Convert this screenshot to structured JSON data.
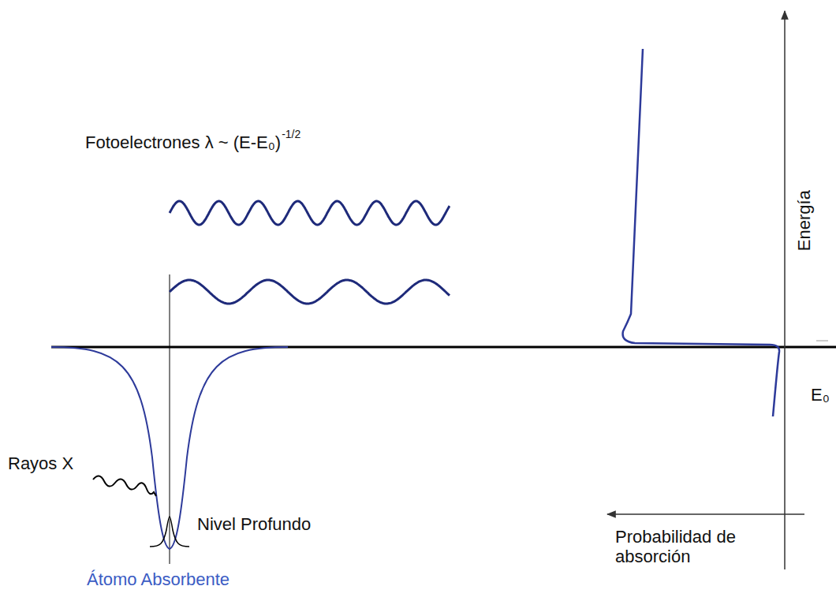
{
  "diagram": {
    "labels": [
      "Fotoelectrones λ ~ (E-E₀)",
      "-1/2",
      "Energía",
      "E₀",
      "Rayos X",
      "Nivel Profundo",
      "Átomo Absorbente",
      "Probabilidad de absorción"
    ]
  }
}
